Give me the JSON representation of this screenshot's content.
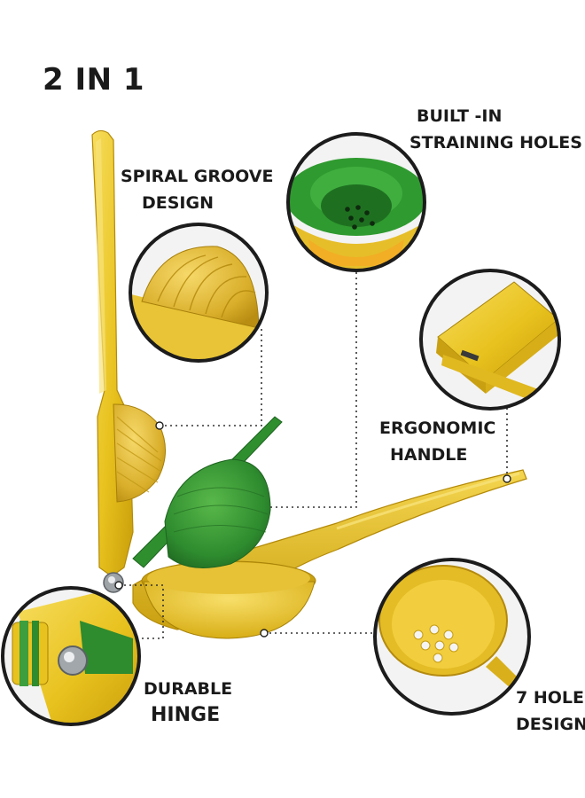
{
  "title": "2 IN 1",
  "labels": {
    "straining": {
      "line1": "BUILT -IN",
      "line2": "STRAINING HOLES"
    },
    "spiral": {
      "line1": "SPIRAL GROOVE",
      "line2": "DESIGN"
    },
    "ergonomic": {
      "line1": "ERGONOMIC",
      "line2": "HANDLE"
    },
    "hinge": {
      "line1": "DURABLE",
      "line2": "HINGE"
    },
    "holes": {
      "line1": "7 HOLE",
      "line2": "DESIGN"
    }
  },
  "colors": {
    "yellow": "#E8C21E",
    "yellow_dark": "#C79E0C",
    "yellow_light": "#F5DA55",
    "green": "#2E8B2E",
    "green_light": "#4DB34D",
    "circle_border": "#1c1c1c"
  }
}
